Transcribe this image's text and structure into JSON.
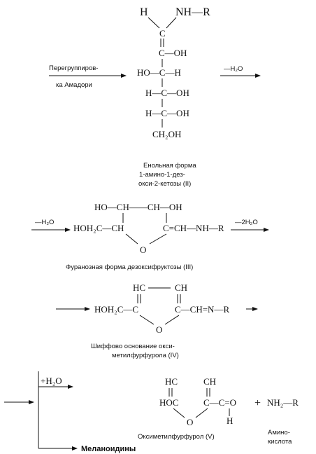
{
  "structure_ii": {
    "h_top": "H",
    "nh_r": "NH—R",
    "c1": "C",
    "c2_oh": "C—OH",
    "c3": "HO—C—H",
    "c4": "H—C—OH",
    "c5": "H—C—OH",
    "c6": "CH₂OH"
  },
  "arrow1": {
    "label_top": "Перегруппиров-",
    "label_bottom": "ка Амадори"
  },
  "arrow2": {
    "label": "—H₂O"
  },
  "caption_ii": {
    "line1": "Енольная форма",
    "line2": "1-амино-1-дез-",
    "line3": "окси-2-кетозы (II)"
  },
  "structure_iii": {
    "top": "HO—CH——CH—OH",
    "left": "HOH₂C—CH",
    "right": "C=CH—NH—R",
    "o": "O"
  },
  "arrow3": {
    "label": "—H₂O"
  },
  "arrow4": {
    "label": "—2H₂O"
  },
  "caption_iii": "Фуранозная форма дезоксифруктозы  (III)",
  "structure_iv": {
    "top_left": "HC",
    "top_right": "CH",
    "left": "HOH₂C—C",
    "right": "C—CH=N—R",
    "o": "O"
  },
  "caption_iv": {
    "line1": "Шиффово основание окси-",
    "line2": "метилфурфурола (IV)"
  },
  "branch": {
    "water_label": "+H₂O",
    "product": "Меланоидины"
  },
  "structure_v": {
    "top_left": "HC",
    "top_right": "CH",
    "left": "HOC",
    "right": "C—C=O",
    "h": "H",
    "o": "O"
  },
  "plus_sign": "+",
  "amine": "NH₂—R",
  "caption_v": "Оксиметилфурфурол (V)",
  "caption_amino": {
    "line1": "Аминo-",
    "line2": "кислота"
  }
}
